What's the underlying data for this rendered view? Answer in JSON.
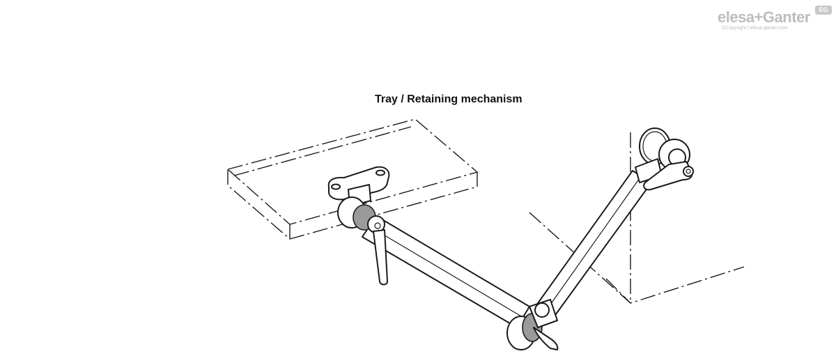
{
  "title": "Tray / Retaining mechanism",
  "logo": {
    "brand": "elesa+Ganter",
    "badge": "EG",
    "copyright": "©Copyright | elesa-ganter.com"
  },
  "colors": {
    "line": "#1a1a1a",
    "part_fill": "#ffffff",
    "knob_fill": "#8a8a8a",
    "logo": "#bdbdbd"
  }
}
